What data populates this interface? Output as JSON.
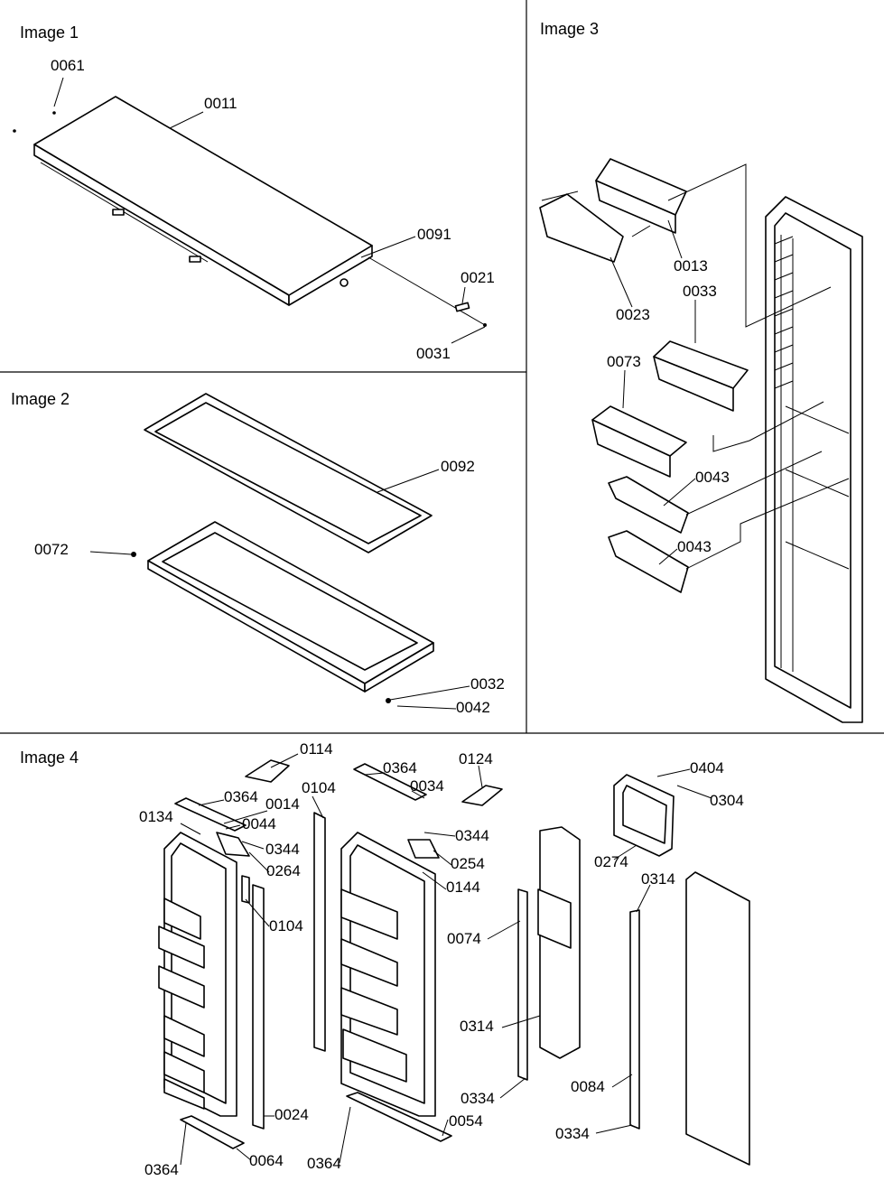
{
  "panels": [
    {
      "title": "Image 1"
    },
    {
      "title": "Image 2"
    },
    {
      "title": "Image 3"
    },
    {
      "title": "Image 4"
    }
  ],
  "labels": {
    "p1": [
      "0061",
      "0011",
      "0091",
      "0021",
      "0031"
    ],
    "p2": [
      "0092",
      "0072",
      "0032",
      "0042"
    ],
    "p3": [
      "0013",
      "0023",
      "0033",
      "0073",
      "0043",
      "0043"
    ],
    "p4": [
      "0114",
      "0364",
      "0124",
      "0034",
      "0404",
      "0304",
      "0104",
      "0014",
      "0364",
      "0134",
      "0044",
      "0344",
      "0264",
      "0344",
      "0254",
      "0144",
      "0274",
      "0314",
      "0104",
      "0074",
      "0314",
      "0084",
      "0024",
      "0334",
      "0054",
      "0334",
      "0364",
      "0064",
      "0364"
    ]
  }
}
